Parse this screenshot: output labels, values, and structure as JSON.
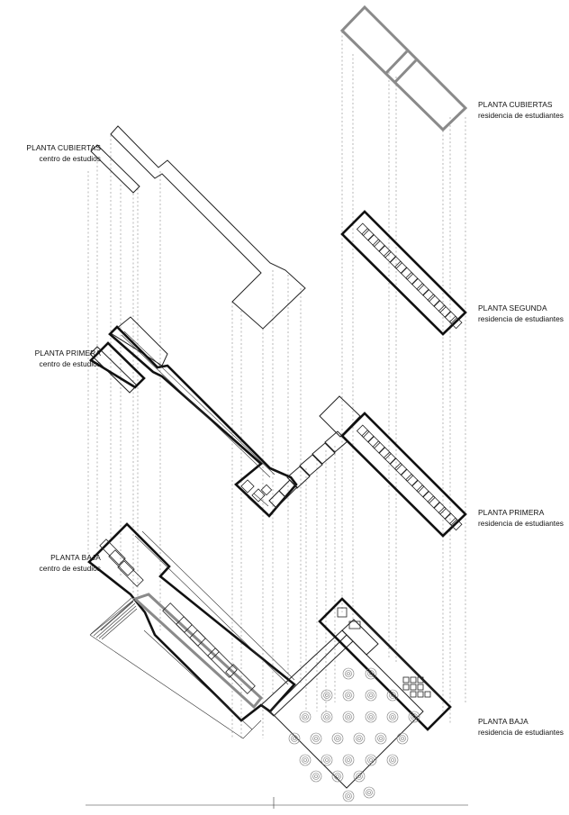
{
  "labels": {
    "study_roof": {
      "title": "PLANTA CUBIERTAS",
      "subtitle": "centro de estudios"
    },
    "study_first": {
      "title": "PLANTA PRIMERA",
      "subtitle": "centro de estudios"
    },
    "study_ground": {
      "title": "PLANTA BAJA",
      "subtitle": "centro de estudios"
    },
    "res_roof": {
      "title": "PLANTA CUBIERTAS",
      "subtitle": "residencia de estudiantes"
    },
    "res_second": {
      "title": "PLANTA SEGUNDA",
      "subtitle": "residencia de estudiantes"
    },
    "res_first": {
      "title": "PLANTA PRIMERA",
      "subtitle": "residencia de estudiantes"
    },
    "res_ground": {
      "title": "PLANTA BAJA",
      "subtitle": "residencia de estudiantes"
    }
  },
  "colors": {
    "ink": "#111111",
    "projection": "#9a9a9a",
    "gray_wall": "#8a8a8a",
    "background": "#ffffff"
  }
}
